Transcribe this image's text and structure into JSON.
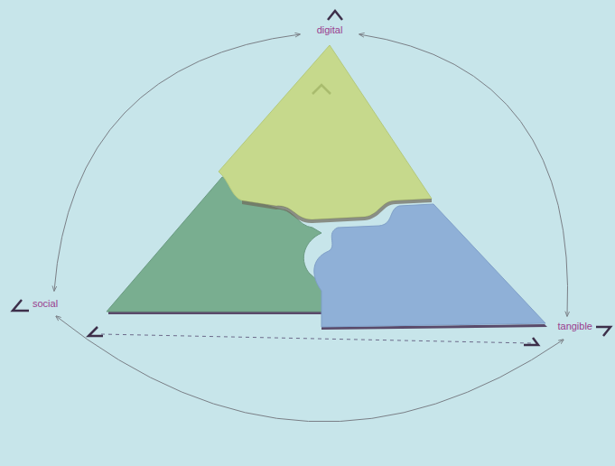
{
  "diagram": {
    "labels": [
      "digital",
      "social",
      "tangible"
    ]
  }
}
